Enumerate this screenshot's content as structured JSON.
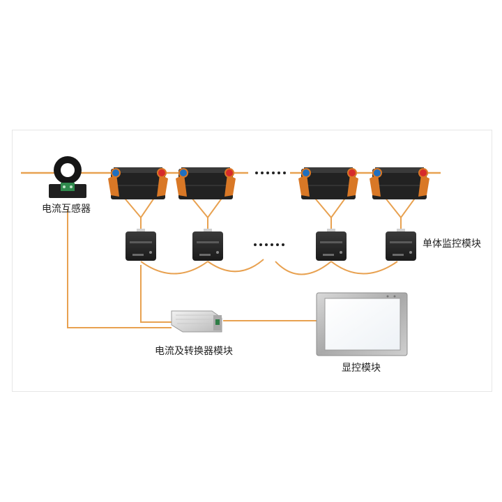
{
  "labels": {
    "current_transformer": "电流互感器",
    "cell_monitor": "单体监控模块",
    "converter": "电流及转换器模块",
    "display": "显控模块"
  },
  "ellipsis": "……",
  "colors": {
    "wire": "#e8a150",
    "battery_body": "#2a2a2a",
    "battery_clip": "#d97826",
    "terminal_negative": "#1f6fbf",
    "terminal_positive": "#d62b2b",
    "panel_border": "#e6e6e6"
  },
  "icons": [
    "current-transformer-icon",
    "battery-icon",
    "cell-monitor-module-icon",
    "converter-module-icon",
    "display-screen-icon"
  ]
}
